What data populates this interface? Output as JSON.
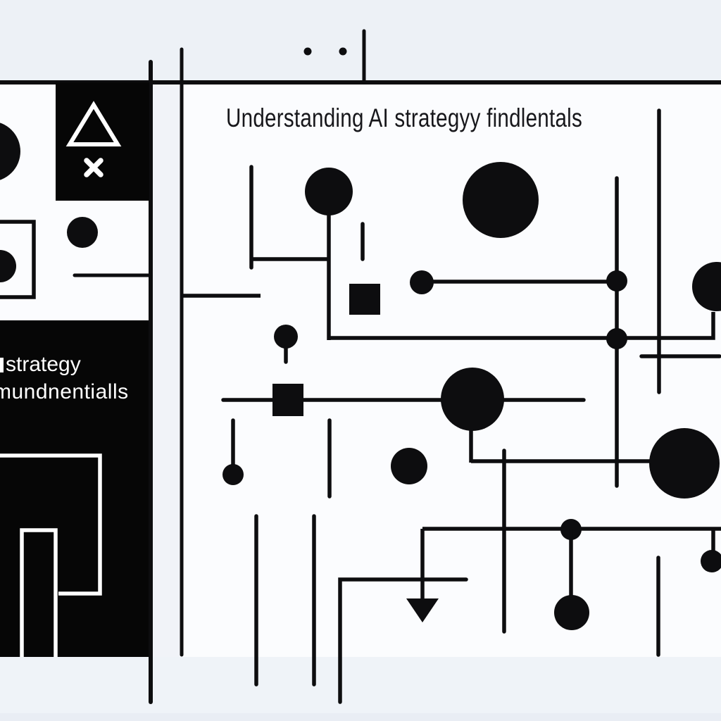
{
  "title": "Understanding AI strategyy findlentals",
  "panel": {
    "line1": "strategy",
    "line2": "mundnentialls"
  },
  "icons": [
    "triangle-icon",
    "x-icon",
    "arrow-down-icon",
    "dot-pair-icon"
  ],
  "colors": {
    "ink": "#0d0d0f",
    "canvas": "#fbfcfe",
    "band-top": "#edf1f6",
    "band-bottom": "#eff3f8",
    "band-bottom-edge": "#e9edf4",
    "strip": "#f1f3f8",
    "panel": "#060606",
    "text-on-panel": "#ffffff",
    "title-ink": "#17171b"
  }
}
